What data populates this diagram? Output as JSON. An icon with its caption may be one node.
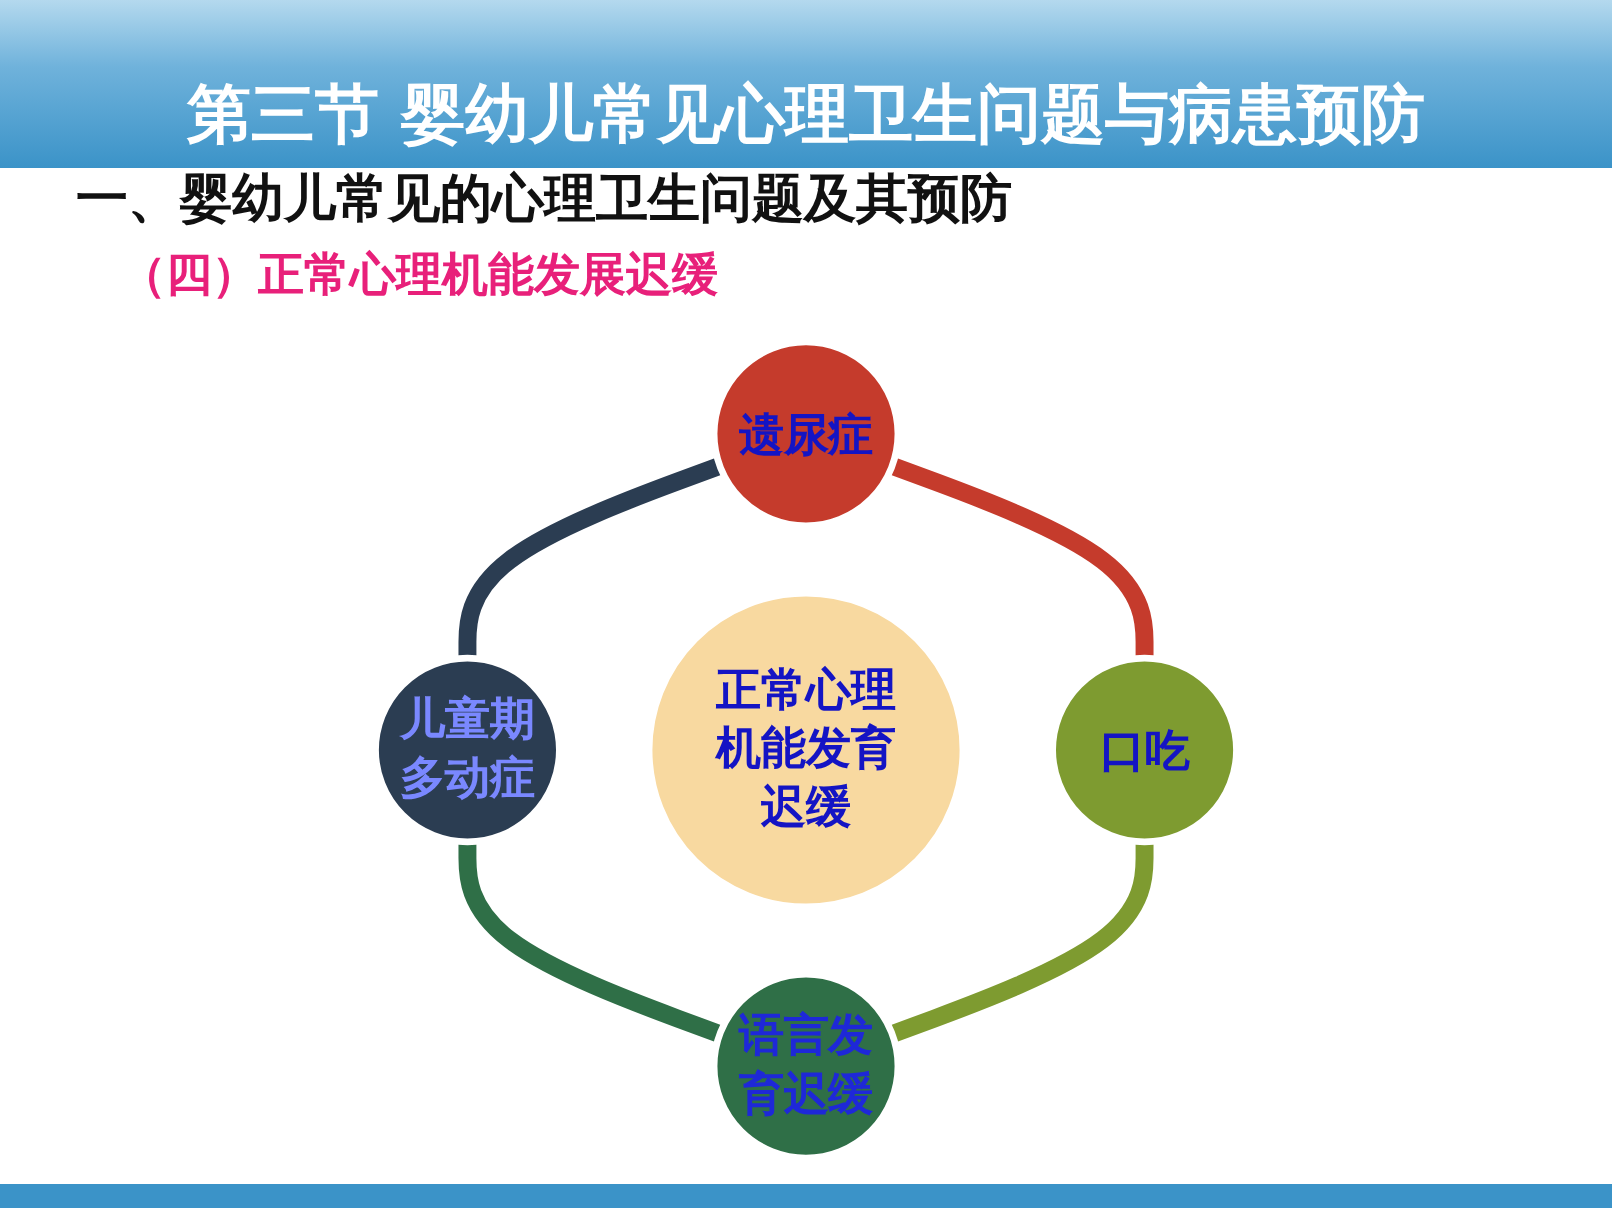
{
  "diagram": {
    "title": "第三节 婴幼儿常见心理卫生问题与病患预防",
    "nodes": [
      {
        "text": [
          "遗尿症"
        ]
      },
      {
        "text": [
          "儿童期多动症"
        ]
      },
      {
        "text": [
          "正常心理机能发育迟缓"
        ]
      },
      {
        "text": [
          "口吃"
        ]
      },
      {
        "text": [
          "语言发育迟缓"
        ]
      }
    ],
    "edges": [
      {
        "from": 0,
        "to": 1,
        "arrow": "none",
        "color": "#2b3d52"
      },
      {
        "from": 1,
        "to": 4,
        "arrow": "none",
        "color": "#2f6f47"
      },
      {
        "from": 0,
        "to": 3,
        "arrow": "none",
        "color": "#c53b2c"
      },
      {
        "from": 3,
        "to": 4,
        "arrow": "none",
        "color": "#7e9b30"
      }
    ],
    "labels": [
      "一、婴幼儿常见的心理卫生问题及其预防",
      "（四）正常心理机能发展迟缓"
    ]
  }
}
